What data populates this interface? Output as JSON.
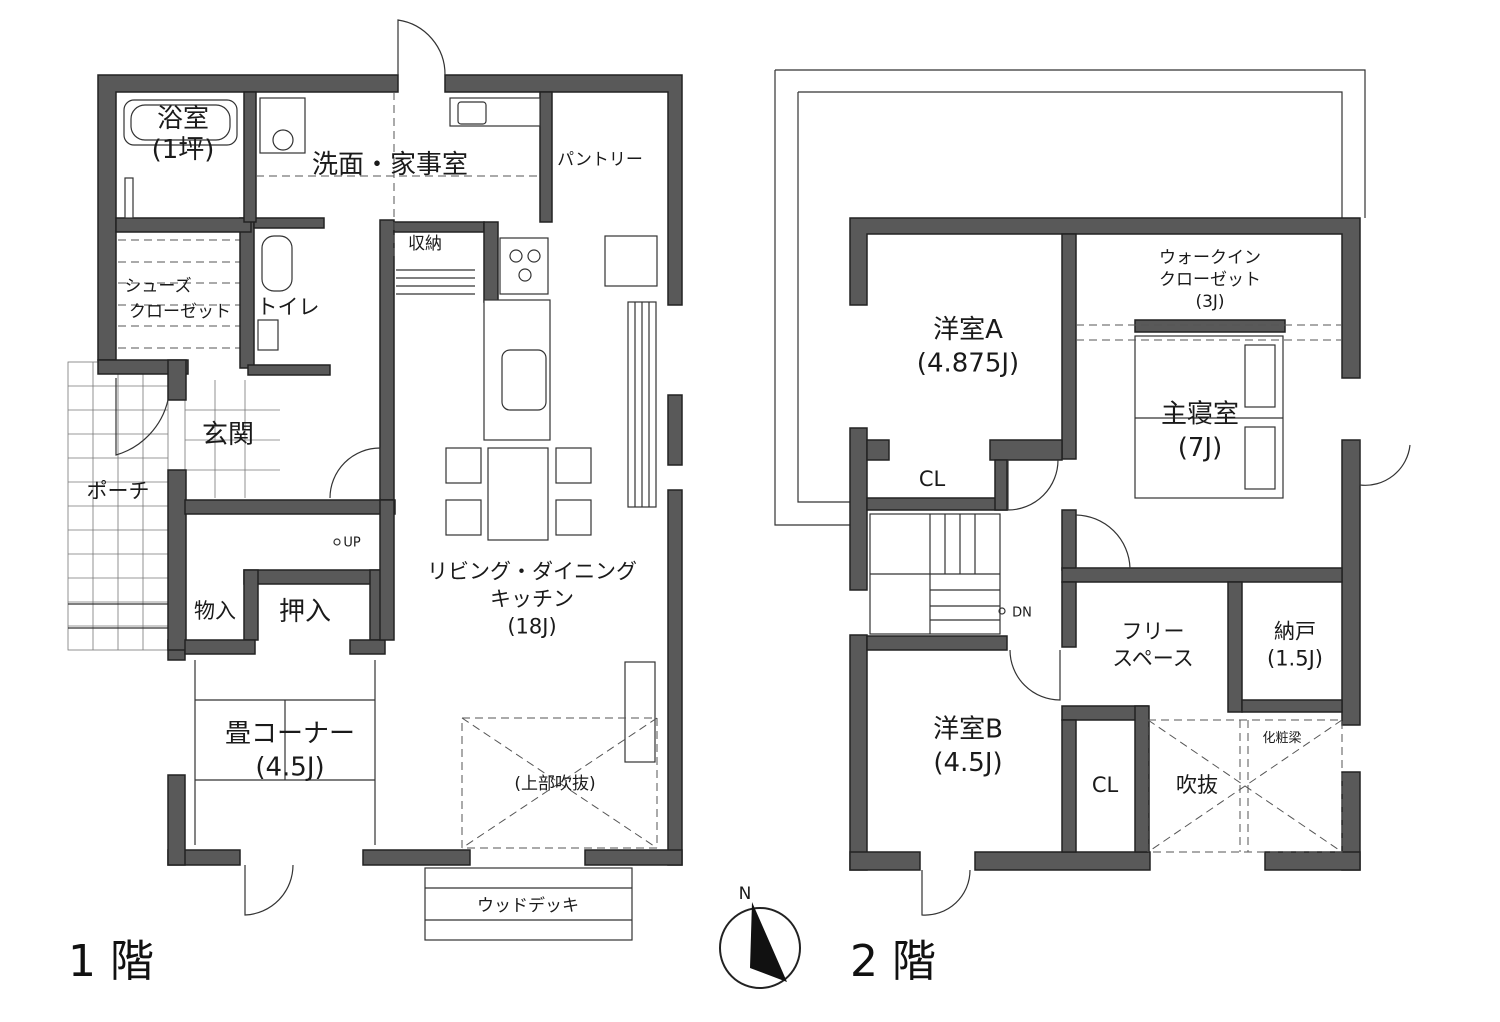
{
  "floors": [
    {
      "id": "floor1",
      "label": "1 階",
      "rooms": [
        {
          "id": "bath",
          "lines": [
            "浴室",
            "(1坪)"
          ]
        },
        {
          "id": "laundry",
          "lines": [
            "洗面・家事室"
          ]
        },
        {
          "id": "pantry",
          "lines": [
            "パントリー"
          ]
        },
        {
          "id": "storage",
          "lines": [
            "収納"
          ]
        },
        {
          "id": "shoe-closet",
          "lines": [
            "シューズ",
            "クローゼット"
          ]
        },
        {
          "id": "toilet",
          "lines": [
            "トイレ"
          ]
        },
        {
          "id": "entrance",
          "lines": [
            "玄関"
          ]
        },
        {
          "id": "porch",
          "lines": [
            "ポーチ"
          ]
        },
        {
          "id": "storage-box",
          "lines": [
            "物入"
          ]
        },
        {
          "id": "oshiire",
          "lines": [
            "押入"
          ]
        },
        {
          "id": "ldk",
          "lines": [
            "リビング・ダイニング",
            "キッチン",
            "(18J)"
          ]
        },
        {
          "id": "tatami",
          "lines": [
            "畳コーナー",
            "(4.5J)"
          ]
        },
        {
          "id": "void-above",
          "lines": [
            "(上部吹抜)"
          ]
        },
        {
          "id": "wood-deck",
          "lines": [
            "ウッドデッキ"
          ]
        }
      ],
      "stair_mark": "UP"
    },
    {
      "id": "floor2",
      "label": "2 階",
      "rooms": [
        {
          "id": "room-a",
          "lines": [
            "洋室A",
            "(4.875J)"
          ]
        },
        {
          "id": "walk-in",
          "lines": [
            "ウォークイン",
            "クローゼット",
            "(3J)"
          ]
        },
        {
          "id": "master",
          "lines": [
            "主寝室",
            "(7J)"
          ]
        },
        {
          "id": "cl-a",
          "lines": [
            "CL"
          ]
        },
        {
          "id": "free-space",
          "lines": [
            "フリー",
            "スペース"
          ]
        },
        {
          "id": "nando",
          "lines": [
            "納戸",
            "(1.5J)"
          ]
        },
        {
          "id": "room-b",
          "lines": [
            "洋室B",
            "(4.5J)"
          ]
        },
        {
          "id": "cl-b",
          "lines": [
            "CL"
          ]
        },
        {
          "id": "void",
          "lines": [
            "吹抜"
          ]
        },
        {
          "id": "beam",
          "lines": [
            "化粧梁"
          ]
        }
      ],
      "stair_mark": "DN"
    }
  ],
  "compass": {
    "label": "N"
  }
}
